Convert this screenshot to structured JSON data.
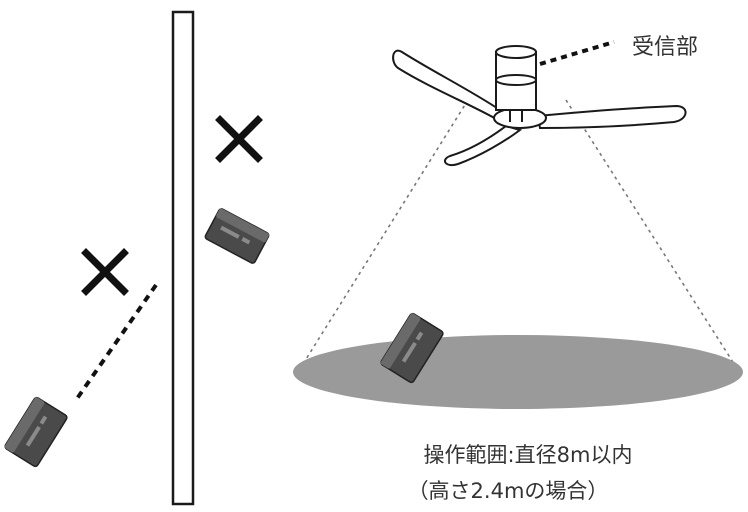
{
  "labels": {
    "receiver": "受信部",
    "range_line1": "操作範囲:直径8m以内",
    "range_line2": "（高さ2.4mの場合）"
  },
  "colors": {
    "stroke": "#1a1a1a",
    "floor_ellipse": "#9a9a9a",
    "remote_body": "#4a4a4a",
    "remote_face": "#6a6a6a",
    "text": "#333333"
  },
  "icons": {
    "blocked_mark": "cross-mark",
    "remote": "remote-control"
  }
}
